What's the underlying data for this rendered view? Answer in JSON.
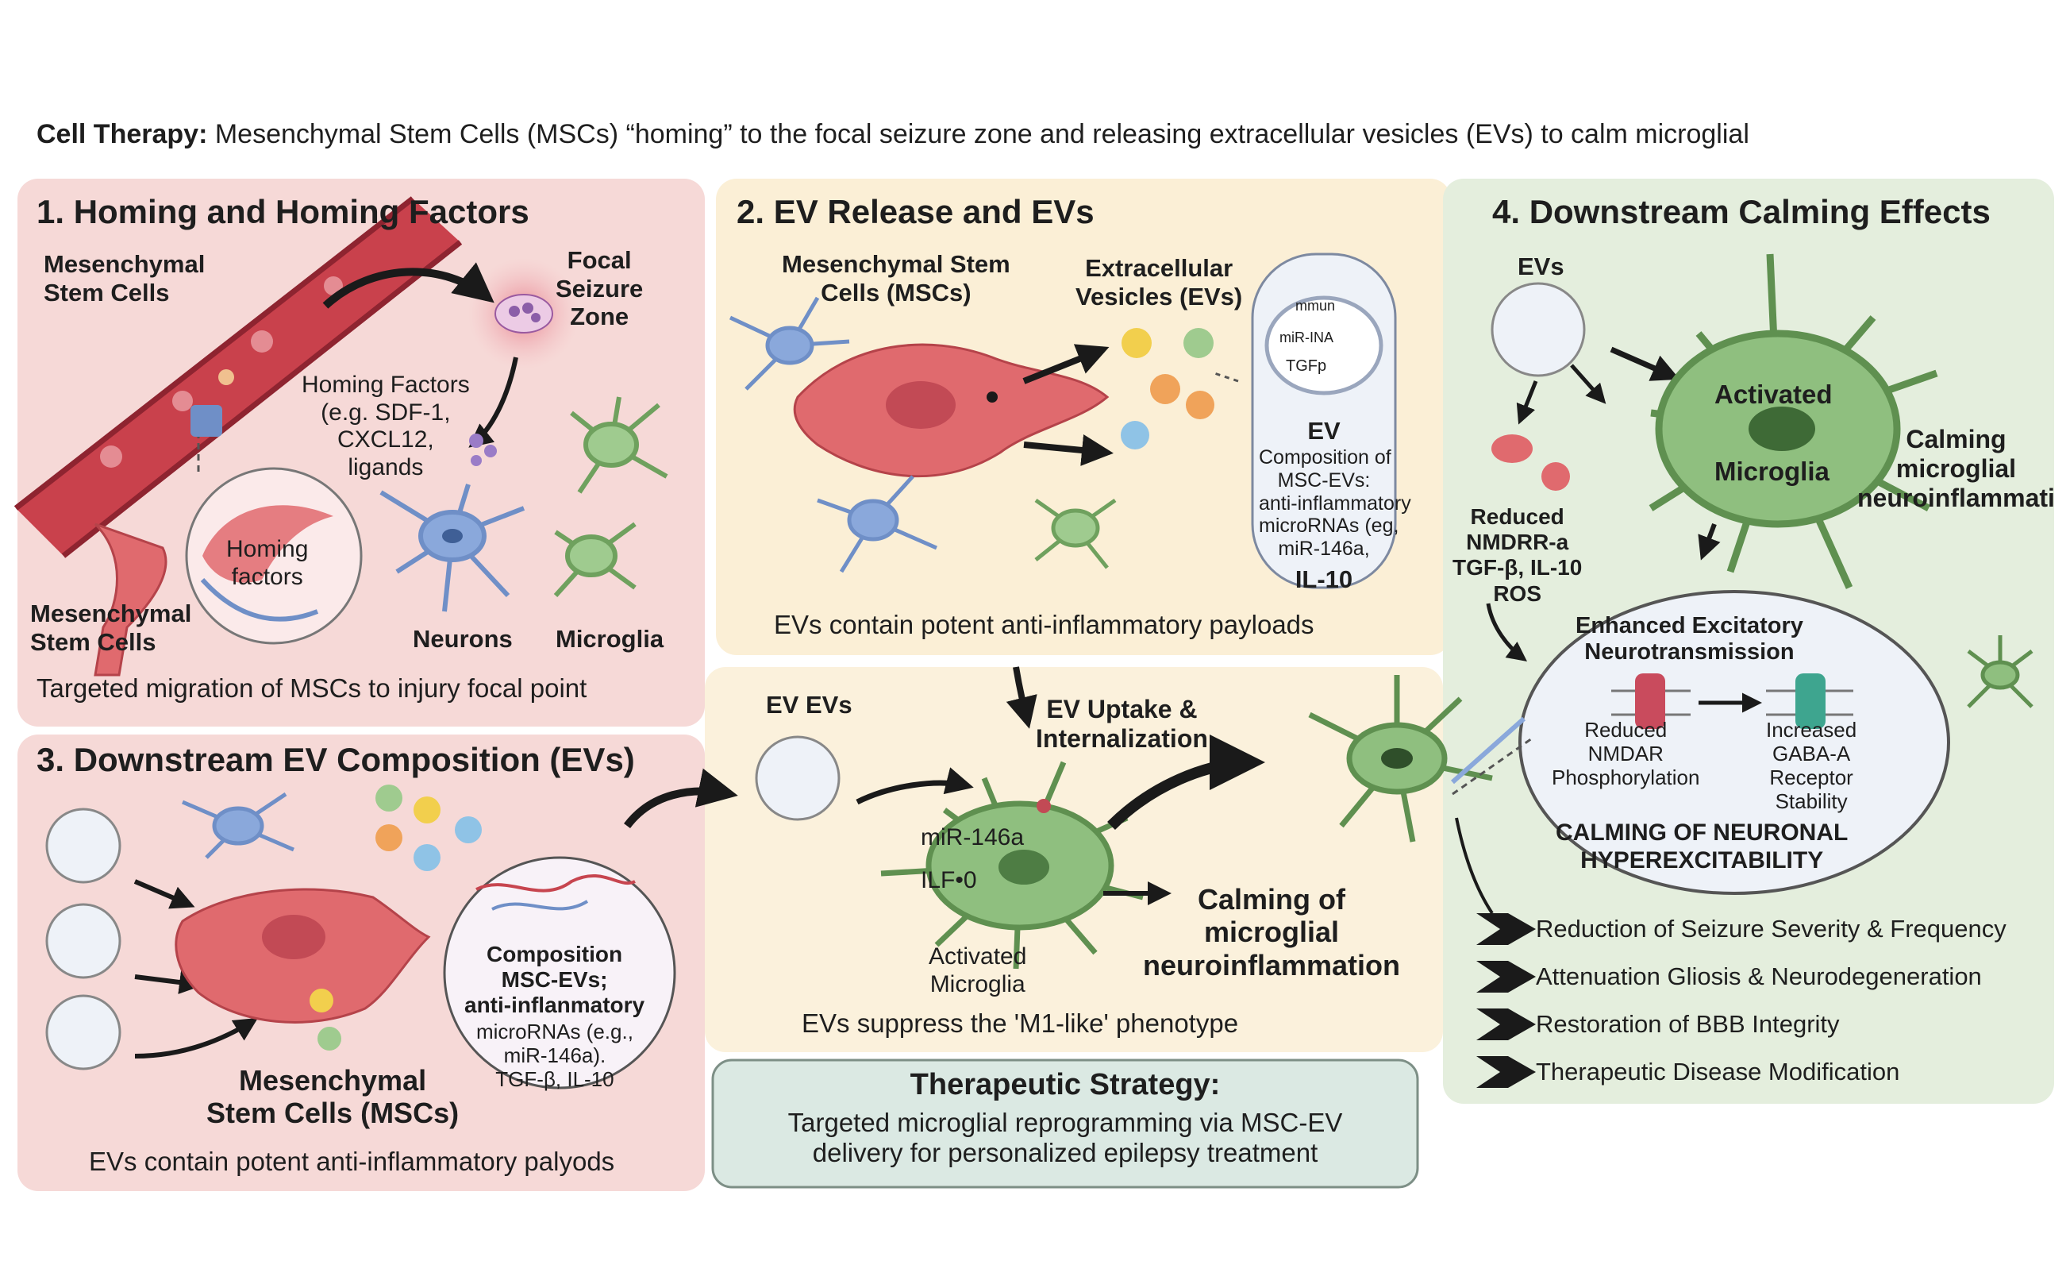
{
  "title": {
    "lead": "Cell Therapy:",
    "text": "Mesenchymal Stem Cells (MSCs) “homing” to the focal seizure zone and releasing extracellular vesicles (EVs) to calm microglial"
  },
  "panel1": {
    "heading": "1. Homing and Homing Factors",
    "msc_top": "Mesenchymal\nStem Cells",
    "focal": "Focal\nSeizure\nZone",
    "homing_factors": "Homing Factors\n(e.g. SDF-1,\nCXCL12,\nligands",
    "homing_inset": "Homing\nfactors",
    "msc_bottom": "Mesenchymal\nStem Cells",
    "neurons": "Neurons",
    "microglia": "Microglia",
    "caption": "Targeted migration of MSCs to injury focal point"
  },
  "panel2": {
    "heading": "2. EV Release and EVs",
    "msc": "Mesenchymal Stem\nCells (MSCs)",
    "evs": "Extracellular\nVesicles (EVs)",
    "inset_line1": "mmun",
    "inset_line2": "miR-INA",
    "inset_line3": "TGFp",
    "ev_comp_title": "EV",
    "ev_comp": "Composition of\nMSC-EVs:\nanti-inflammatory\nmicroRNAs (eg,\nmiR-146a,",
    "ev_comp_il": "IL-10",
    "caption": "EVs contain potent anti-inflammatory payloads"
  },
  "panel3": {
    "heading": "3. Downstream EV Composition (EVs)",
    "msc": "Mesenchymal\nStem Cells (MSCs)",
    "comp": "Composition\nMSC-EVs;\nanti-inflanmatory",
    "comp2": "microRNAs (e.g.,\nmiR-146a).\nTGF-β, IL-10",
    "caption": "EVs contain potent anti-inflammatory palyods"
  },
  "center": {
    "ev_evs": "EV EVs",
    "uptake": "EV Uptake &\nInternalization",
    "mir": "miR-146a",
    "ilf": "ILF•0",
    "activated": "Activated\nMicroglia",
    "calming": "Calming of\nmicroglial\nneuroinflammation",
    "caption": "EVs suppress the 'M1-like' phenotype"
  },
  "strategy": {
    "heading": "Therapeutic Strategy:",
    "text": "Targeted microglial reprogramming via MSC-EV\ndelivery for personalized epilepsy treatment"
  },
  "panel4": {
    "heading": "4. Downstream Calming Effects",
    "evs": "EVs",
    "activated": "Activated",
    "microglia": "Microglia",
    "calming": "Calming\nmicroglial\nneuroinflammati",
    "reduced": "Reduced\nNMDRR-a\nTGF-β, IL-10\nROS",
    "enhanced": "Enhanced Excitatory\nNeurotransmission",
    "reduced_nmdar": "Reduced\nNMDAR\nPhosphorylation",
    "increased_gaba": "Increased\nGABA-A\nReceptor\nStability",
    "calming_neuronal": "CALMING OF NEURONAL\nHYPEREXCITABILITY",
    "outcomes": [
      "Reduction of Seizure Severity & Frequency",
      "Attenuation Gliosis & Neurodegeneration",
      "Restoration of BBB Integrity",
      "Therapeutic Disease Modification"
    ]
  },
  "colors": {
    "panel_pink": "#f6d9d7",
    "panel_yellow": "#fbefd6",
    "panel_green": "#e4eedd",
    "msc_red": "#e06a6e",
    "neuron_blue": "#6f8fc7",
    "microglia_green": "#8fbf7f",
    "strategy_teal": "#dbe9e3"
  }
}
